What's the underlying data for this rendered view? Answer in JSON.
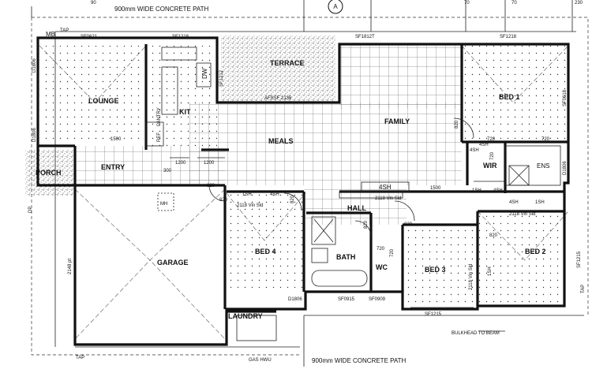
{
  "labels": {
    "top_path": "900mm WIDE CONCRETE PATH",
    "bottom_path": "900mm WIDE CONCRETE PATH",
    "section_marker": "A",
    "dim_90": "90",
    "dim_70a": "70",
    "dim_70b": "70",
    "dim_230": "230",
    "tap_top": "TAP",
    "tap_bottom": "TAP",
    "tap_right": "TAP",
    "mb": "MB",
    "gas_hwu": "GAS HWU",
    "bulkhead": "BULKHEAD TO BEAM",
    "mh": "MH",
    "dp": "DP"
  },
  "rooms": {
    "lounge": "LOUNGE",
    "porch": "PORCH",
    "entry": "ENTRY",
    "kit": "KIT",
    "pantry": "PANTRY",
    "ref": "REF",
    "dw": "DW",
    "terrace": "TERRACE",
    "meals": "MEALS",
    "family": "FAMILY",
    "bed1": "BED 1",
    "wir": "WIR",
    "ens": "ENS",
    "hall": "HALL",
    "bed4": "BED 4",
    "bath": "BATH",
    "wc": "WC",
    "bed3": "BED 3",
    "bed2": "BED 2",
    "garage": "GARAGE",
    "laundry": "LAUNDRY"
  },
  "windows": {
    "sf0621": "SF0621",
    "sf1218a": "SF1218",
    "sf1812t": "SF1812T",
    "sf1218b": "SF1218",
    "d1806a": "D1806",
    "d1806b": "D1806",
    "sf1212": "SF1212",
    "afssf2136": "AFSSF 2136",
    "sf0618": "SF0618",
    "d1806c": "D1806",
    "sf1215a": "SF1215",
    "sf0915": "SF0915",
    "sf0909": "SF0909",
    "d1806d": "D1806",
    "sf1215b": "SF1215"
  },
  "fixtures": {
    "sh4_family": "4SH",
    "sh4_wir": "4SH",
    "sh1_wir": "1SH",
    "sh4_wir2": "4SH",
    "sh4_ens": "4SH",
    "sh1_ens": "1SH",
    "sh1_bed4": "1SH",
    "sh4_bed4": "4SH",
    "sh4_hall": "4SH",
    "sh1_bed2": "1SH",
    "vin_sld_bed4": "2118 Vin Sld",
    "vin_sld_hall": "2118 Vin Sld",
    "vin_sld_ens": "2118 Vin Sld",
    "vin_sld_bed3": "2118 Vin Sld",
    "garage_door": "2148 pt"
  },
  "dimensions": {
    "d1500a": "1500",
    "d1500b": "1500",
    "d1200a": "1200",
    "d1200b": "1200",
    "d300": "300",
    "d820a": "820",
    "d820b": "820",
    "d820c": "820",
    "d820d": "820",
    "d820e": "820",
    "d820f": "820",
    "d820g": "820",
    "d720a": "720",
    "d720b": "720",
    "d720c": "720",
    "d720d": "720",
    "d720e": "720"
  }
}
